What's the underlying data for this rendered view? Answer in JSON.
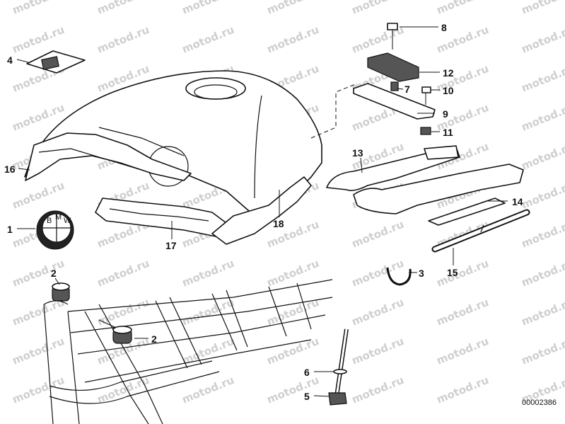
{
  "watermark": "motod.ru",
  "callouts": [
    "1",
    "2",
    "2",
    "3",
    "4",
    "5",
    "6",
    "7",
    "8",
    "9",
    "10",
    "11",
    "12",
    "13",
    "14",
    "15",
    "16",
    "17",
    "18"
  ],
  "badge": {
    "letters": [
      "B",
      "M",
      "W"
    ]
  },
  "diagram_code": "00002386"
}
